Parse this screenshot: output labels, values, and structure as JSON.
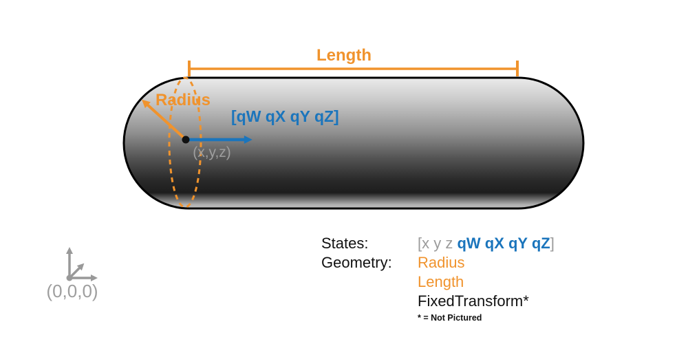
{
  "diagram": {
    "length_label": "Length",
    "radius_label": "Radius",
    "quaternion_label": "[qW qX qY qZ]",
    "position_label": "(x,y,z)",
    "origin_label": "(0,0,0)"
  },
  "legend": {
    "states_label": "States:",
    "states_value": {
      "prefix": "[x y z ",
      "quaternion": "qW qX qY qZ",
      "suffix": "]"
    },
    "geometry_label": "Geometry:",
    "geometry_items": {
      "radius": "Radius",
      "length": "Length",
      "fixed_transform": "FixedTransform*"
    },
    "footnote": "* = Not Pictured"
  },
  "colors": {
    "accent_orange": "#F0932D",
    "accent_blue": "#1B75BC",
    "muted_gray": "#9B9B9B",
    "capsule_outline": "#000000",
    "text_black": "#111111"
  }
}
